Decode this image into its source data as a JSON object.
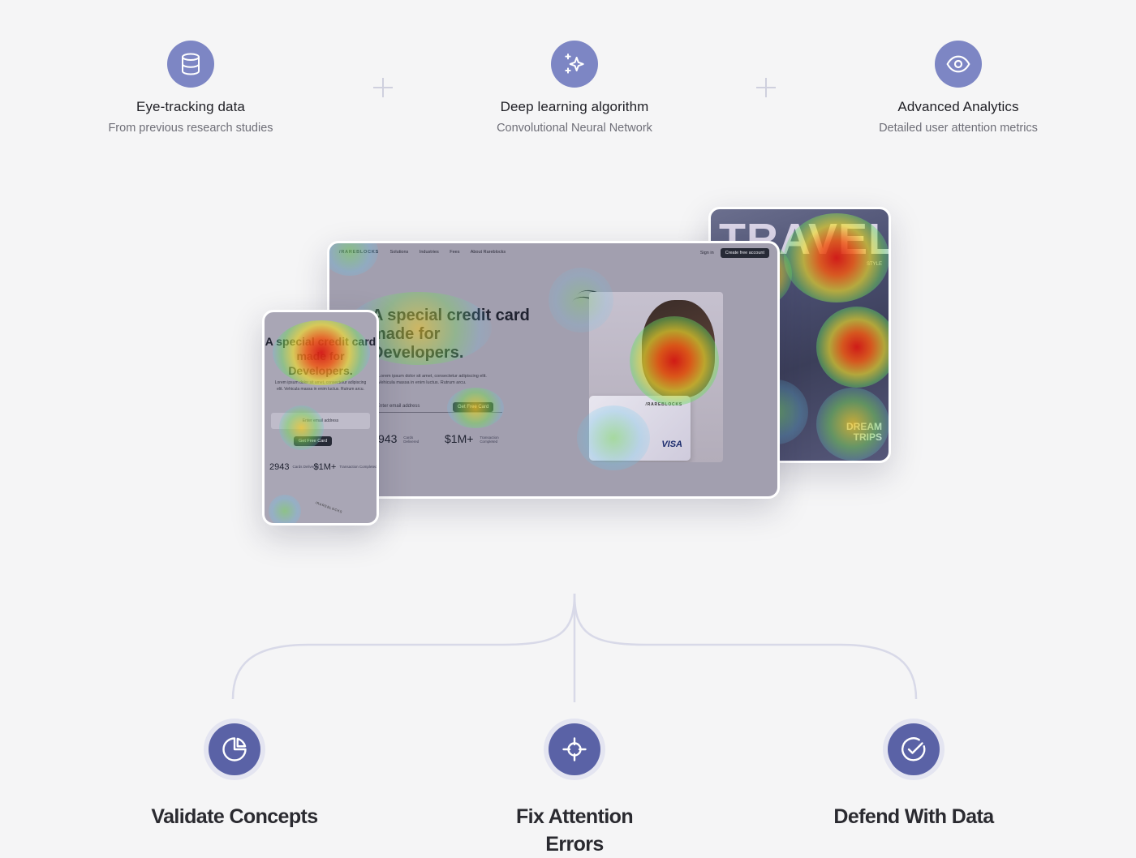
{
  "features": [
    {
      "title": "Eye-tracking data",
      "subtitle": "From previous research studies",
      "icon": "database-icon"
    },
    {
      "title": "Deep learning algorithm",
      "subtitle": "Convolutional Neural Network",
      "icon": "sparkle-icon"
    },
    {
      "title": "Advanced Analytics",
      "subtitle": "Detailed user attention metrics",
      "icon": "eye-icon"
    }
  ],
  "mockups": {
    "travel": {
      "word": "TRAVEL",
      "side_label": "STYLE",
      "bottom_text": "DREAM TRIPS"
    },
    "desktop": {
      "logo": "/RAREBLOCKS",
      "nav": [
        "Solutions",
        "Industries",
        "Fees",
        "About Rareblocks"
      ],
      "sign_in": "Sign in",
      "cta": "Create free account",
      "headline": "A special credit card made for Developers.",
      "lorem": "Lorem ipsum dolor sit amet, consectetur adipiscing elit. Vehicula massa in enim luctus. Rutrum arcu.",
      "email_placeholder": "Enter email address",
      "get_card": "Get Free Card",
      "stat1_value": "943",
      "stat1_label": "Cards Delivered",
      "stat2_value": "$1M+",
      "stat2_label": "Transaction Completed",
      "card_brand": "/RAREBLOCKS",
      "card_network": "VISA"
    },
    "phone": {
      "headline": "A special credit card made for Developers.",
      "lorem": "Lorem ipsum dolor sit amet, consectetur adipiscing elit. Vehicula massa in enim luctus. Rutrum arcu.",
      "email_placeholder": "Enter email address",
      "get_card": "Get Free Card",
      "stat1_value": "2943",
      "stat1_label": "Cards Delivered",
      "stat2_value": "$1M+",
      "stat2_label": "Transaction Completed",
      "logo": "/RAREBLOCKS"
    }
  },
  "benefits": [
    {
      "title": "Validate Concepts",
      "icon": "pie-chart-icon"
    },
    {
      "title": "Fix Attention Errors",
      "icon": "crosshair-icon"
    },
    {
      "title": "Defend With Data",
      "icon": "check-circle-icon"
    }
  ],
  "colors": {
    "feature_icon_bg": "#7d86c4",
    "benefit_icon_bg": "#5a62a6",
    "benefit_ring": "#e4e5f1",
    "connector": "#d8d9e8",
    "background": "#f5f5f6"
  }
}
